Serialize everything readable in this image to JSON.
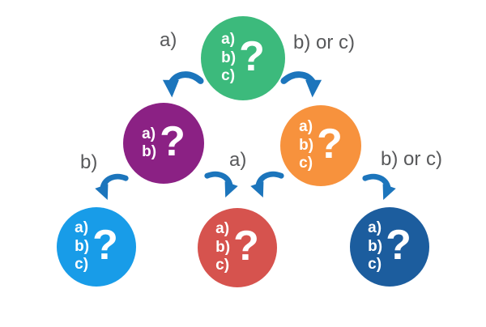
{
  "diagram": {
    "title": "decision-flow-diagram",
    "question_mark": "?",
    "label_color": "#58595b",
    "arrow_color": "#1c75bc",
    "nodes": [
      {
        "id": "root",
        "color": "#3cba7c",
        "options": [
          "a)",
          "b)",
          "c)"
        ]
      },
      {
        "id": "mid-left",
        "color": "#8b2184",
        "options": [
          "a)",
          "b)"
        ]
      },
      {
        "id": "mid-right",
        "color": "#f7923d",
        "options": [
          "a)",
          "b)",
          "c)"
        ]
      },
      {
        "id": "bottom-left",
        "color": "#189ce8",
        "options": [
          "a)",
          "b)",
          "c)"
        ]
      },
      {
        "id": "bottom-mid",
        "color": "#d6534e",
        "options": [
          "a)",
          "b)",
          "c)"
        ]
      },
      {
        "id": "bottom-right",
        "color": "#1c5d9e",
        "options": [
          "a)",
          "b)",
          "c)"
        ]
      }
    ],
    "edge_labels": [
      {
        "id": "root-to-mid-left",
        "text": "a)"
      },
      {
        "id": "root-to-mid-right",
        "text": "b) or c)"
      },
      {
        "id": "mid-left-to-bottom-left",
        "text": "b)"
      },
      {
        "id": "mids-to-bottom-mid",
        "text": "a)"
      },
      {
        "id": "mid-right-to-bottom-right",
        "text": "b) or c)"
      }
    ]
  }
}
